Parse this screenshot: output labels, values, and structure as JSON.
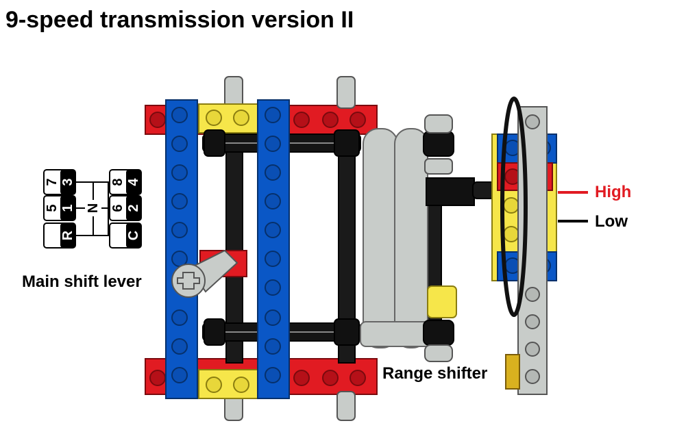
{
  "title": "9-speed transmission version II",
  "labels": {
    "main_shift_lever": "Main shift lever",
    "range_shifter": "Range shifter",
    "high": "High",
    "low": "Low"
  },
  "shift_pattern": {
    "top_left": [
      "7",
      "3"
    ],
    "top_right": [
      "8",
      "4"
    ],
    "mid_left": [
      "5",
      "1"
    ],
    "mid_right": [
      "6",
      "2"
    ],
    "bottom_left": "R",
    "bottom_right": "C",
    "neutral": "N"
  },
  "colors": {
    "red": "#e11b22",
    "blue": "#0a57c6",
    "yellow": "#f6e64a",
    "light_gray": "#c8ccc9",
    "black": "#0d0d0d",
    "high_line": "#e11b22",
    "low_line": "#000000"
  }
}
